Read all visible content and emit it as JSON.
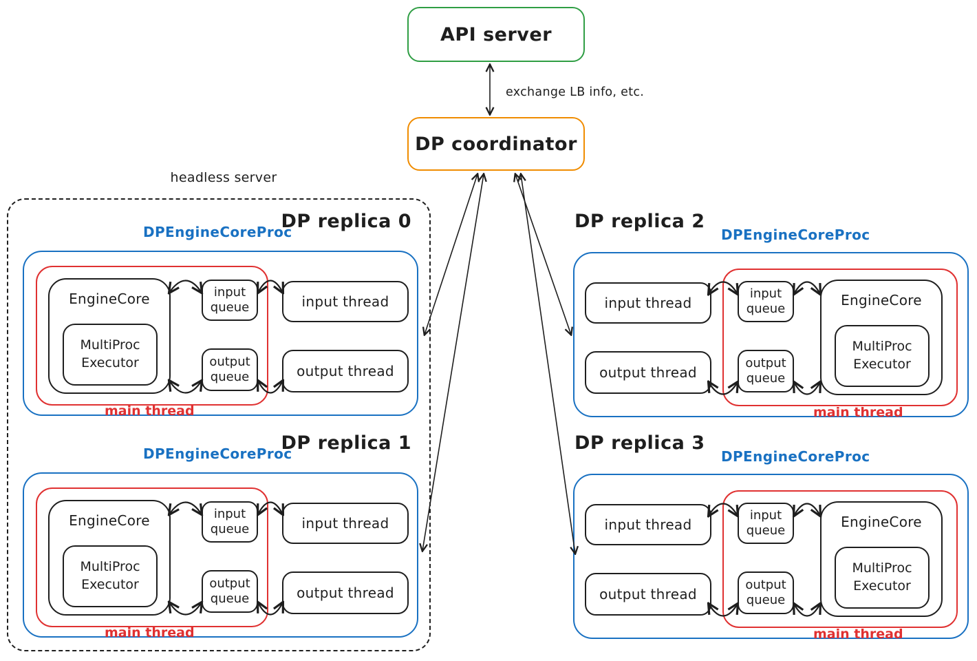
{
  "palette": {
    "green": "#2f9e44",
    "orange": "#f08c00",
    "blue": "#1971c2",
    "red": "#e03131",
    "ink": "#1e1e1e"
  },
  "api_server": {
    "label": "API server"
  },
  "coordinator": {
    "label": "DP coordinator"
  },
  "coordinator_link": {
    "label": "exchange LB info, etc."
  },
  "headless_server": {
    "label": "headless server"
  },
  "replicas": [
    {
      "title": "DP replica 0",
      "proc_label": "DPEngineCoreProc",
      "engine_core": "EngineCore",
      "executor": "MultiProc Executor",
      "input_queue": "input queue",
      "output_queue": "output queue",
      "input_thread": "input thread",
      "output_thread": "output thread",
      "main_thread": "main thread"
    },
    {
      "title": "DP replica 1",
      "proc_label": "DPEngineCoreProc",
      "engine_core": "EngineCore",
      "executor": "MultiProc Executor",
      "input_queue": "input queue",
      "output_queue": "output queue",
      "input_thread": "input thread",
      "output_thread": "output thread",
      "main_thread": "main thread"
    },
    {
      "title": "DP replica 2",
      "proc_label": "DPEngineCoreProc",
      "engine_core": "EngineCore",
      "executor": "MultiProc Executor",
      "input_queue": "input queue",
      "output_queue": "output queue",
      "input_thread": "input thread",
      "output_thread": "output thread",
      "main_thread": "main thread"
    },
    {
      "title": "DP replica 3",
      "proc_label": "DPEngineCoreProc",
      "engine_core": "EngineCore",
      "executor": "MultiProc Executor",
      "input_queue": "input queue",
      "output_queue": "output queue",
      "input_thread": "input thread",
      "output_thread": "output thread",
      "main_thread": "main thread"
    }
  ]
}
